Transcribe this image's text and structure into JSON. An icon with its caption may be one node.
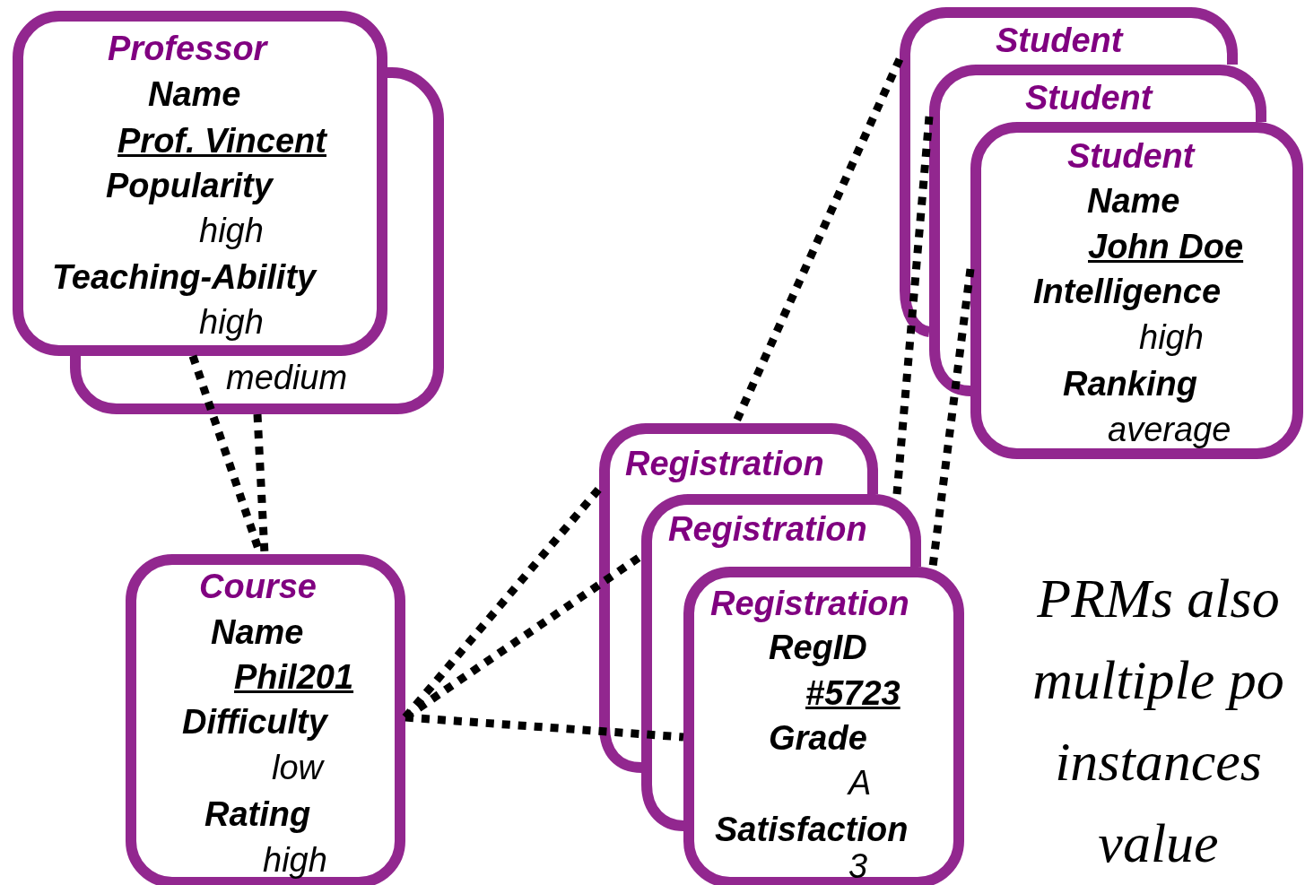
{
  "diagram": {
    "nodes": [
      {
        "text": [
          "medium"
        ]
      },
      {
        "text": [
          "Professor",
          "Name",
          "Prof. Vincent",
          "Popularity",
          "high",
          "Teaching-Ability",
          "high"
        ]
      },
      {
        "text": [
          "Course",
          "Name",
          "Phil201",
          "Difficulty",
          "low",
          "Rating",
          "high"
        ]
      },
      {
        "text": [
          "Student"
        ]
      },
      {
        "text": [
          "Student"
        ]
      },
      {
        "text": [
          "Student",
          "Name",
          "John Doe",
          "Intelligence",
          "high",
          "Ranking",
          "average"
        ]
      },
      {
        "text": [
          "Registration"
        ]
      },
      {
        "text": [
          "Registration"
        ]
      },
      {
        "text": [
          "Registration",
          "RegID",
          "#5723",
          "Grade",
          "A",
          "Satisfaction",
          "3"
        ]
      }
    ],
    "edges": [
      {
        "from": 0,
        "to": 2,
        "arrow": "none"
      },
      {
        "from": 1,
        "to": 2,
        "arrow": "none"
      },
      {
        "from": 2,
        "to": 6,
        "arrow": "none"
      },
      {
        "from": 2,
        "to": 7,
        "arrow": "none"
      },
      {
        "from": 2,
        "to": 8,
        "arrow": "none"
      },
      {
        "from": 3,
        "to": 6,
        "arrow": "none"
      },
      {
        "from": 4,
        "to": 7,
        "arrow": "none"
      },
      {
        "from": 5,
        "to": 8,
        "arrow": "none"
      }
    ],
    "labels": [
      "PRMs also multiple po instances value"
    ]
  }
}
